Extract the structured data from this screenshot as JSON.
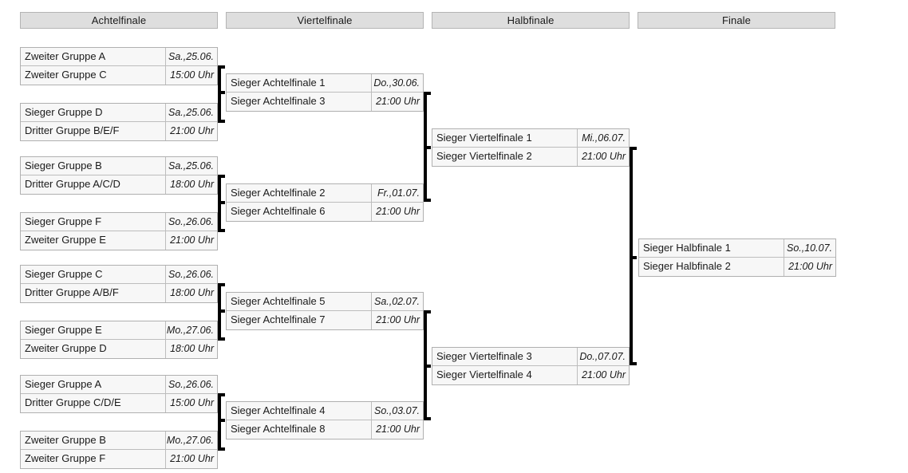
{
  "headers": [
    {
      "label": "Achtelfinale"
    },
    {
      "label": "Viertelfinale"
    },
    {
      "label": "Halbfinale"
    },
    {
      "label": "Finale"
    }
  ],
  "rounds": {
    "achtelfinale": [
      {
        "team1": "Zweiter Gruppe A",
        "team2": "Zweiter Gruppe C",
        "date": "Sa.,25.06.",
        "time": "15:00 Uhr"
      },
      {
        "team1": "Sieger Gruppe D",
        "team2": "Dritter Gruppe B/E/F",
        "date": "Sa.,25.06.",
        "time": "21:00 Uhr"
      },
      {
        "team1": "Sieger Gruppe B",
        "team2": "Dritter Gruppe A/C/D",
        "date": "Sa.,25.06.",
        "time": "18:00 Uhr"
      },
      {
        "team1": "Sieger Gruppe F",
        "team2": "Zweiter Gruppe E",
        "date": "So.,26.06.",
        "time": "21:00 Uhr"
      },
      {
        "team1": "Sieger Gruppe C",
        "team2": "Dritter Gruppe A/B/F",
        "date": "So.,26.06.",
        "time": "18:00 Uhr"
      },
      {
        "team1": "Sieger Gruppe E",
        "team2": "Zweiter Gruppe D",
        "date": "Mo.,27.06.",
        "time": "18:00 Uhr"
      },
      {
        "team1": "Sieger Gruppe A",
        "team2": "Dritter Gruppe C/D/E",
        "date": "So.,26.06.",
        "time": "15:00 Uhr"
      },
      {
        "team1": "Zweiter Gruppe B",
        "team2": "Zweiter Gruppe F",
        "date": "Mo.,27.06.",
        "time": "21:00 Uhr"
      }
    ],
    "viertelfinale": [
      {
        "team1": "Sieger Achtelfinale 1",
        "team2": "Sieger Achtelfinale 3",
        "date": "Do.,30.06.",
        "time": "21:00 Uhr"
      },
      {
        "team1": "Sieger Achtelfinale 2",
        "team2": "Sieger Achtelfinale 6",
        "date": "Fr.,01.07.",
        "time": "21:00 Uhr"
      },
      {
        "team1": "Sieger Achtelfinale 5",
        "team2": "Sieger Achtelfinale 7",
        "date": "Sa.,02.07.",
        "time": "21:00 Uhr"
      },
      {
        "team1": "Sieger Achtelfinale 4",
        "team2": "Sieger Achtelfinale 8",
        "date": "So.,03.07.",
        "time": "21:00 Uhr"
      }
    ],
    "halbfinale": [
      {
        "team1": "Sieger Viertelfinale 1",
        "team2": "Sieger Viertelfinale 2",
        "date": "Mi.,06.07.",
        "time": "21:00 Uhr"
      },
      {
        "team1": "Sieger Viertelfinale 3",
        "team2": "Sieger Viertelfinale 4",
        "date": "Do.,07.07.",
        "time": "21:00 Uhr"
      }
    ],
    "finale": [
      {
        "team1": "Sieger Halbfinale 1",
        "team2": "Sieger Halbfinale 2",
        "date": "So.,10.07.",
        "time": "21:00 Uhr"
      }
    ]
  },
  "colors": {
    "header_bg": "#dedede",
    "header_border": "#b4b4b4",
    "box_bg": "#f7f7f7",
    "box_border": "#b0b0b0",
    "connector": "#000000",
    "text": "#1a1a1a"
  }
}
